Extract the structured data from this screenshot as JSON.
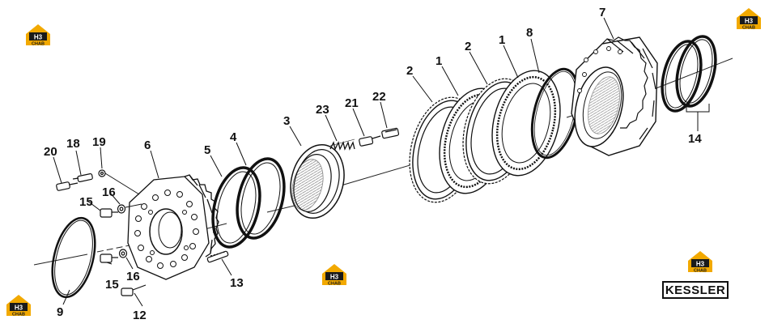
{
  "labels": {
    "p1a": "1",
    "p1b": "1",
    "p2a": "2",
    "p2b": "2",
    "p3": "3",
    "p4": "4",
    "p5": "5",
    "p6": "6",
    "p7": "7",
    "p8": "8",
    "p9": "9",
    "p12": "12",
    "p13": "13",
    "p14": "14",
    "p15a": "15",
    "p15b": "15",
    "p16a": "16",
    "p16b": "16",
    "p18": "18",
    "p19": "19",
    "p20": "20",
    "p21": "21",
    "p22": "22",
    "p23": "23"
  },
  "brand": "KESSLER",
  "watermark": {
    "text_top": "H3",
    "text_bottom": "CHAB",
    "color": "#f2a900",
    "dark": "#1a1a1a"
  }
}
